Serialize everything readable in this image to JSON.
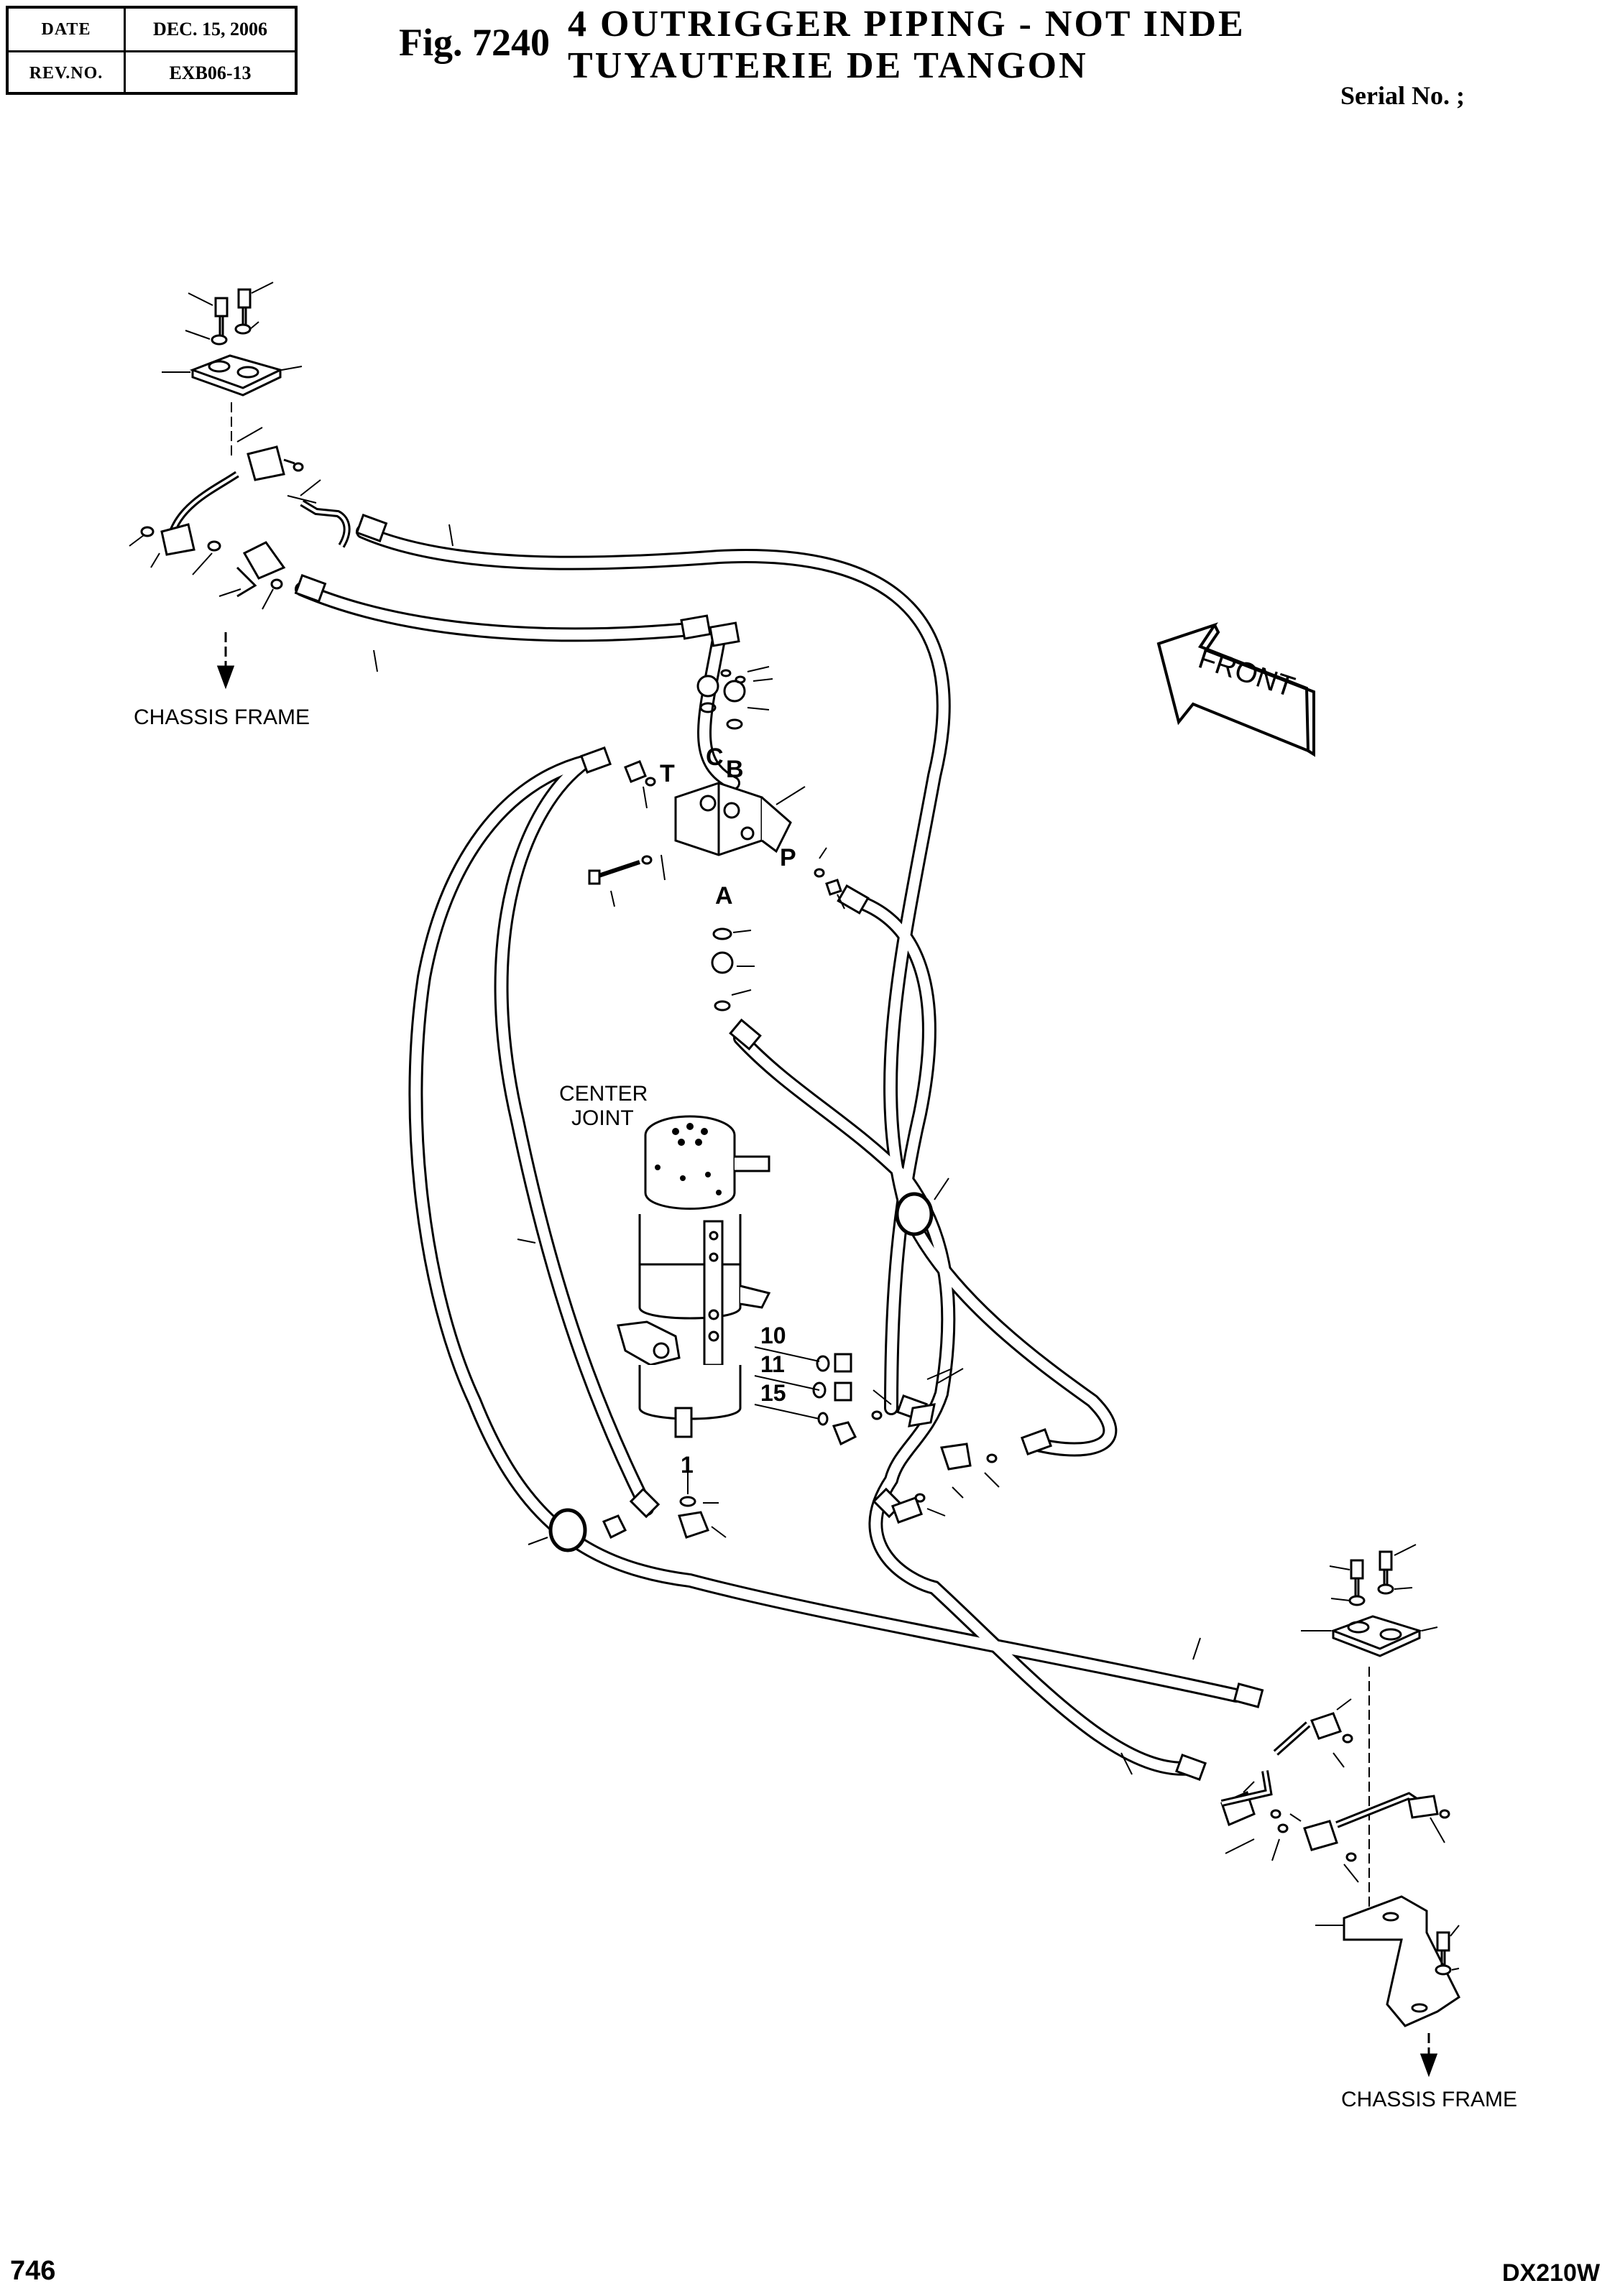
{
  "header": {
    "date_label": "DATE",
    "date_value": "DEC. 15, 2006",
    "rev_label": "REV.NO.",
    "rev_value": "EXB06-13",
    "fig_label": "Fig. 7240",
    "title_line1": "4 OUTRIGGER PIPING - NOT INDE",
    "title_line2": "TUYAUTERIE DE TANGON",
    "serial_label": "Serial No. ;"
  },
  "diagram": {
    "chassis_frame_top": "CHASSIS FRAME",
    "chassis_frame_bottom": "CHASSIS FRAME",
    "front_label": "FRONT",
    "center_joint_line1": "CENTER",
    "center_joint_line2": "JOINT",
    "port_c": "C",
    "port_b": "B",
    "port_t": "T",
    "port_p": "P",
    "port_a": "A",
    "callout_10": "10",
    "callout_11": "11",
    "callout_15": "15",
    "callout_1": "1"
  },
  "footer": {
    "page_number": "746",
    "model": "DX210W"
  }
}
